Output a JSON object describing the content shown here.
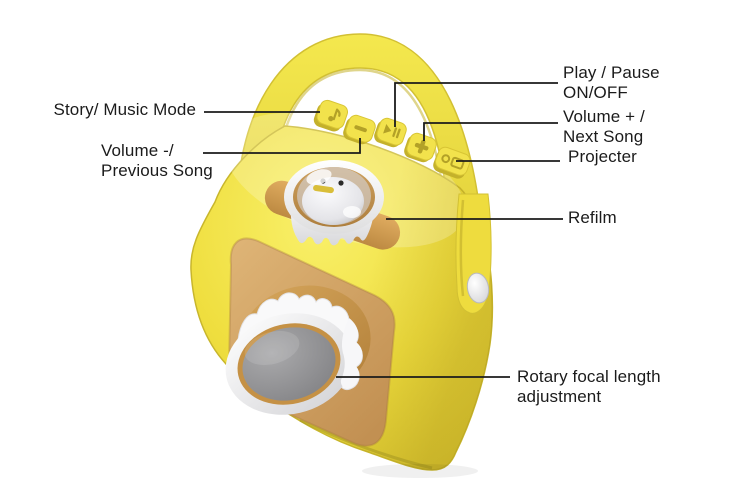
{
  "page": {
    "type": "product-annotation-diagram",
    "background": "#ffffff",
    "line_color": "#1b1b1b"
  },
  "device": {
    "name": "kids projector speaker",
    "body_color": "#efde3e",
    "front_face_color": "#ce9d55",
    "accent_white": "#ffffff",
    "lens_glass_color": "#8a8a8c"
  },
  "callouts": {
    "story_music": {
      "text": "Story/ Music Mode"
    },
    "volume_down": {
      "line1": "Volume -/",
      "line2": "Previous Song"
    },
    "play_pause": {
      "line1": "Play / Pause",
      "line2": "ON/OFF"
    },
    "volume_up": {
      "line1": "Volume + /",
      "line2": "Next Song"
    },
    "projector": {
      "text": "Projecter"
    },
    "refilm": {
      "text": "Refilm"
    },
    "focal": {
      "line1": "Rotary focal length",
      "line2": "adjustment"
    }
  },
  "buttons": [
    {
      "name": "story-music-mode-button",
      "icon": "music-note-icon"
    },
    {
      "name": "volume-down-previous-button",
      "icon": "minus-icon"
    },
    {
      "name": "play-pause-power-button",
      "icon": "play-pause-icon"
    },
    {
      "name": "volume-up-next-button",
      "icon": "plus-icon"
    },
    {
      "name": "projector-button",
      "icon": "projector-icon"
    }
  ]
}
